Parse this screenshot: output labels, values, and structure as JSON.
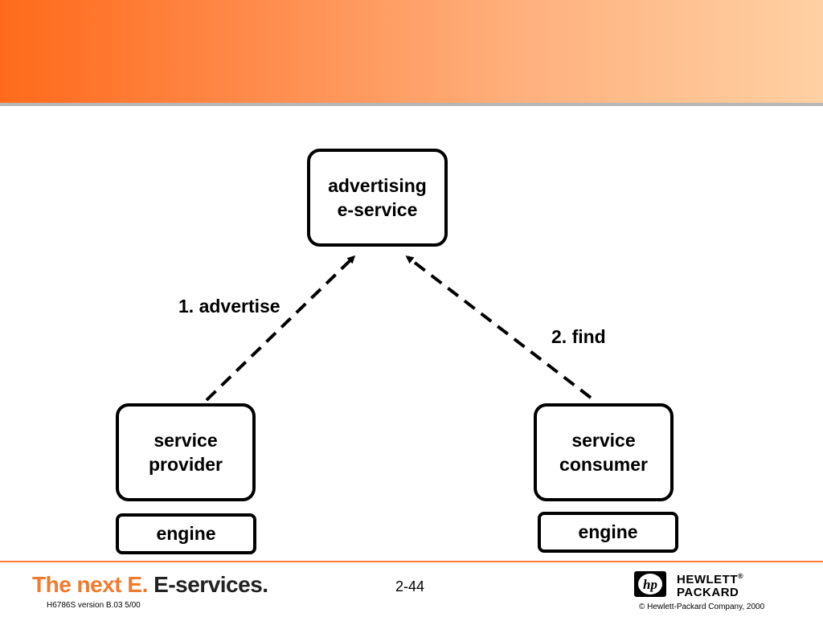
{
  "diagram": {
    "nodes": {
      "advertising": {
        "lines": [
          "advertising",
          "e-service"
        ]
      },
      "provider": {
        "lines": [
          "service",
          "provider"
        ]
      },
      "consumer": {
        "lines": [
          "service",
          "consumer"
        ]
      },
      "provider_engine": {
        "label": "engine"
      },
      "consumer_engine": {
        "label": "engine"
      }
    },
    "edges": [
      {
        "from": "provider",
        "to": "advertising",
        "label": "1. advertise",
        "style": "dashed"
      },
      {
        "from": "consumer",
        "to": "advertising",
        "label": "2. find",
        "style": "dashed"
      }
    ]
  },
  "footer": {
    "tagline_part1": "The next E.",
    "tagline_part2": "E-services.",
    "version": "H6786S version B.03 5/00",
    "page_number": "2-44",
    "company_line1": "HEWLETT",
    "company_line2": "PACKARD",
    "logo_text": "hp",
    "copyright": "© Hewlett-Packard Company, 2000"
  },
  "colors": {
    "header_gradient_start": "#ff6a1a",
    "header_gradient_end": "#ffd0a3",
    "accent_orange": "#f07a2d"
  }
}
